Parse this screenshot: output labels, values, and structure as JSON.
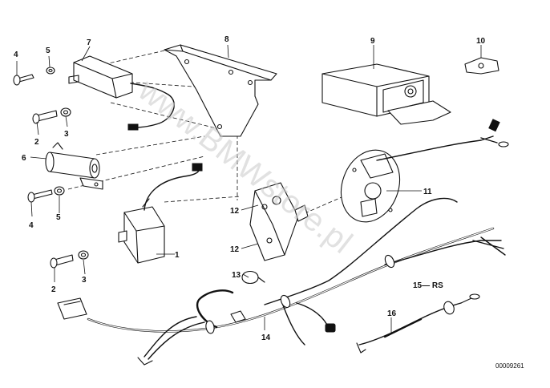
{
  "watermark": "www.BMWstore.pl",
  "reference_number": "00009261",
  "labels": {
    "p1": "1",
    "p2a": "2",
    "p2b": "2",
    "p3a": "3",
    "p3b": "3",
    "p4a": "4",
    "p4b": "4",
    "p5a": "5",
    "p5b": "5",
    "p6": "6",
    "p7": "7",
    "p8": "8",
    "p9": "9",
    "p10": "10",
    "p11": "11",
    "p12a": "12",
    "p12b": "12",
    "p13": "13",
    "p14": "14",
    "p15": "15— RS",
    "p16": "16"
  }
}
